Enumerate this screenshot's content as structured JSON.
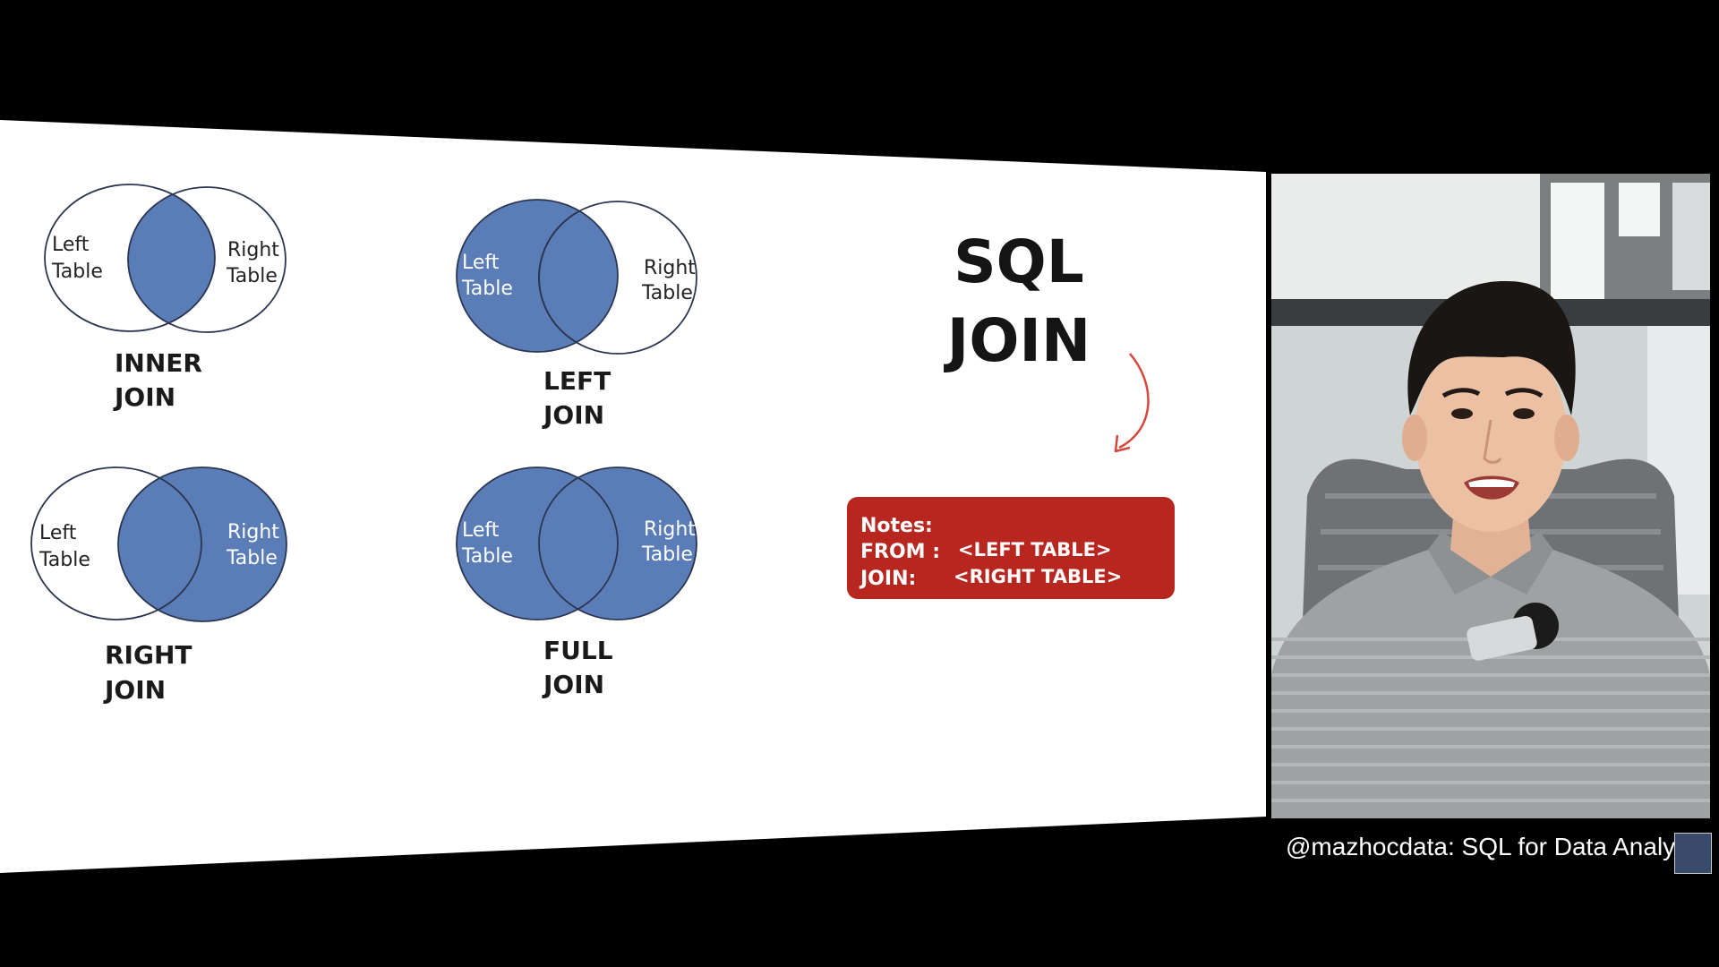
{
  "diagrams": [
    {
      "id": "inner",
      "left_label": "Left\nTable",
      "right_label": "Right\nTable",
      "title_line1": "INNER",
      "title_line2": "JOIN"
    },
    {
      "id": "left",
      "left_label": "Left\nTable",
      "right_label": "Right\nTable",
      "title_line1": "LEFT",
      "title_line2": "JOIN"
    },
    {
      "id": "right",
      "left_label": "Left\nTable",
      "right_label": "Right\nTable",
      "title_line1": "RIGHT",
      "title_line2": "JOIN"
    },
    {
      "id": "full",
      "left_label": "Left\nTable",
      "right_label": "Right\nTable",
      "title_line1": "FULL",
      "title_line2": "JOIN"
    }
  ],
  "venn": {
    "left_table_line1": "Left",
    "left_table_line2": "Table",
    "right_table_line1": "Right",
    "right_table_line2": "Table"
  },
  "headline": {
    "line1": "SQL",
    "line2": "JOIN"
  },
  "notes": {
    "title": "Notes:",
    "from_label": "FROM :",
    "from_value": "<LEFT TABLE>",
    "join_label": "JOIN:",
    "join_value": "<RIGHT TABLE>"
  },
  "caption": "@mazhocdata: SQL for Data Analysis",
  "colors": {
    "fill": "#5a7db8",
    "notes_bg": "#b7271f",
    "arrow": "#d8473e"
  }
}
